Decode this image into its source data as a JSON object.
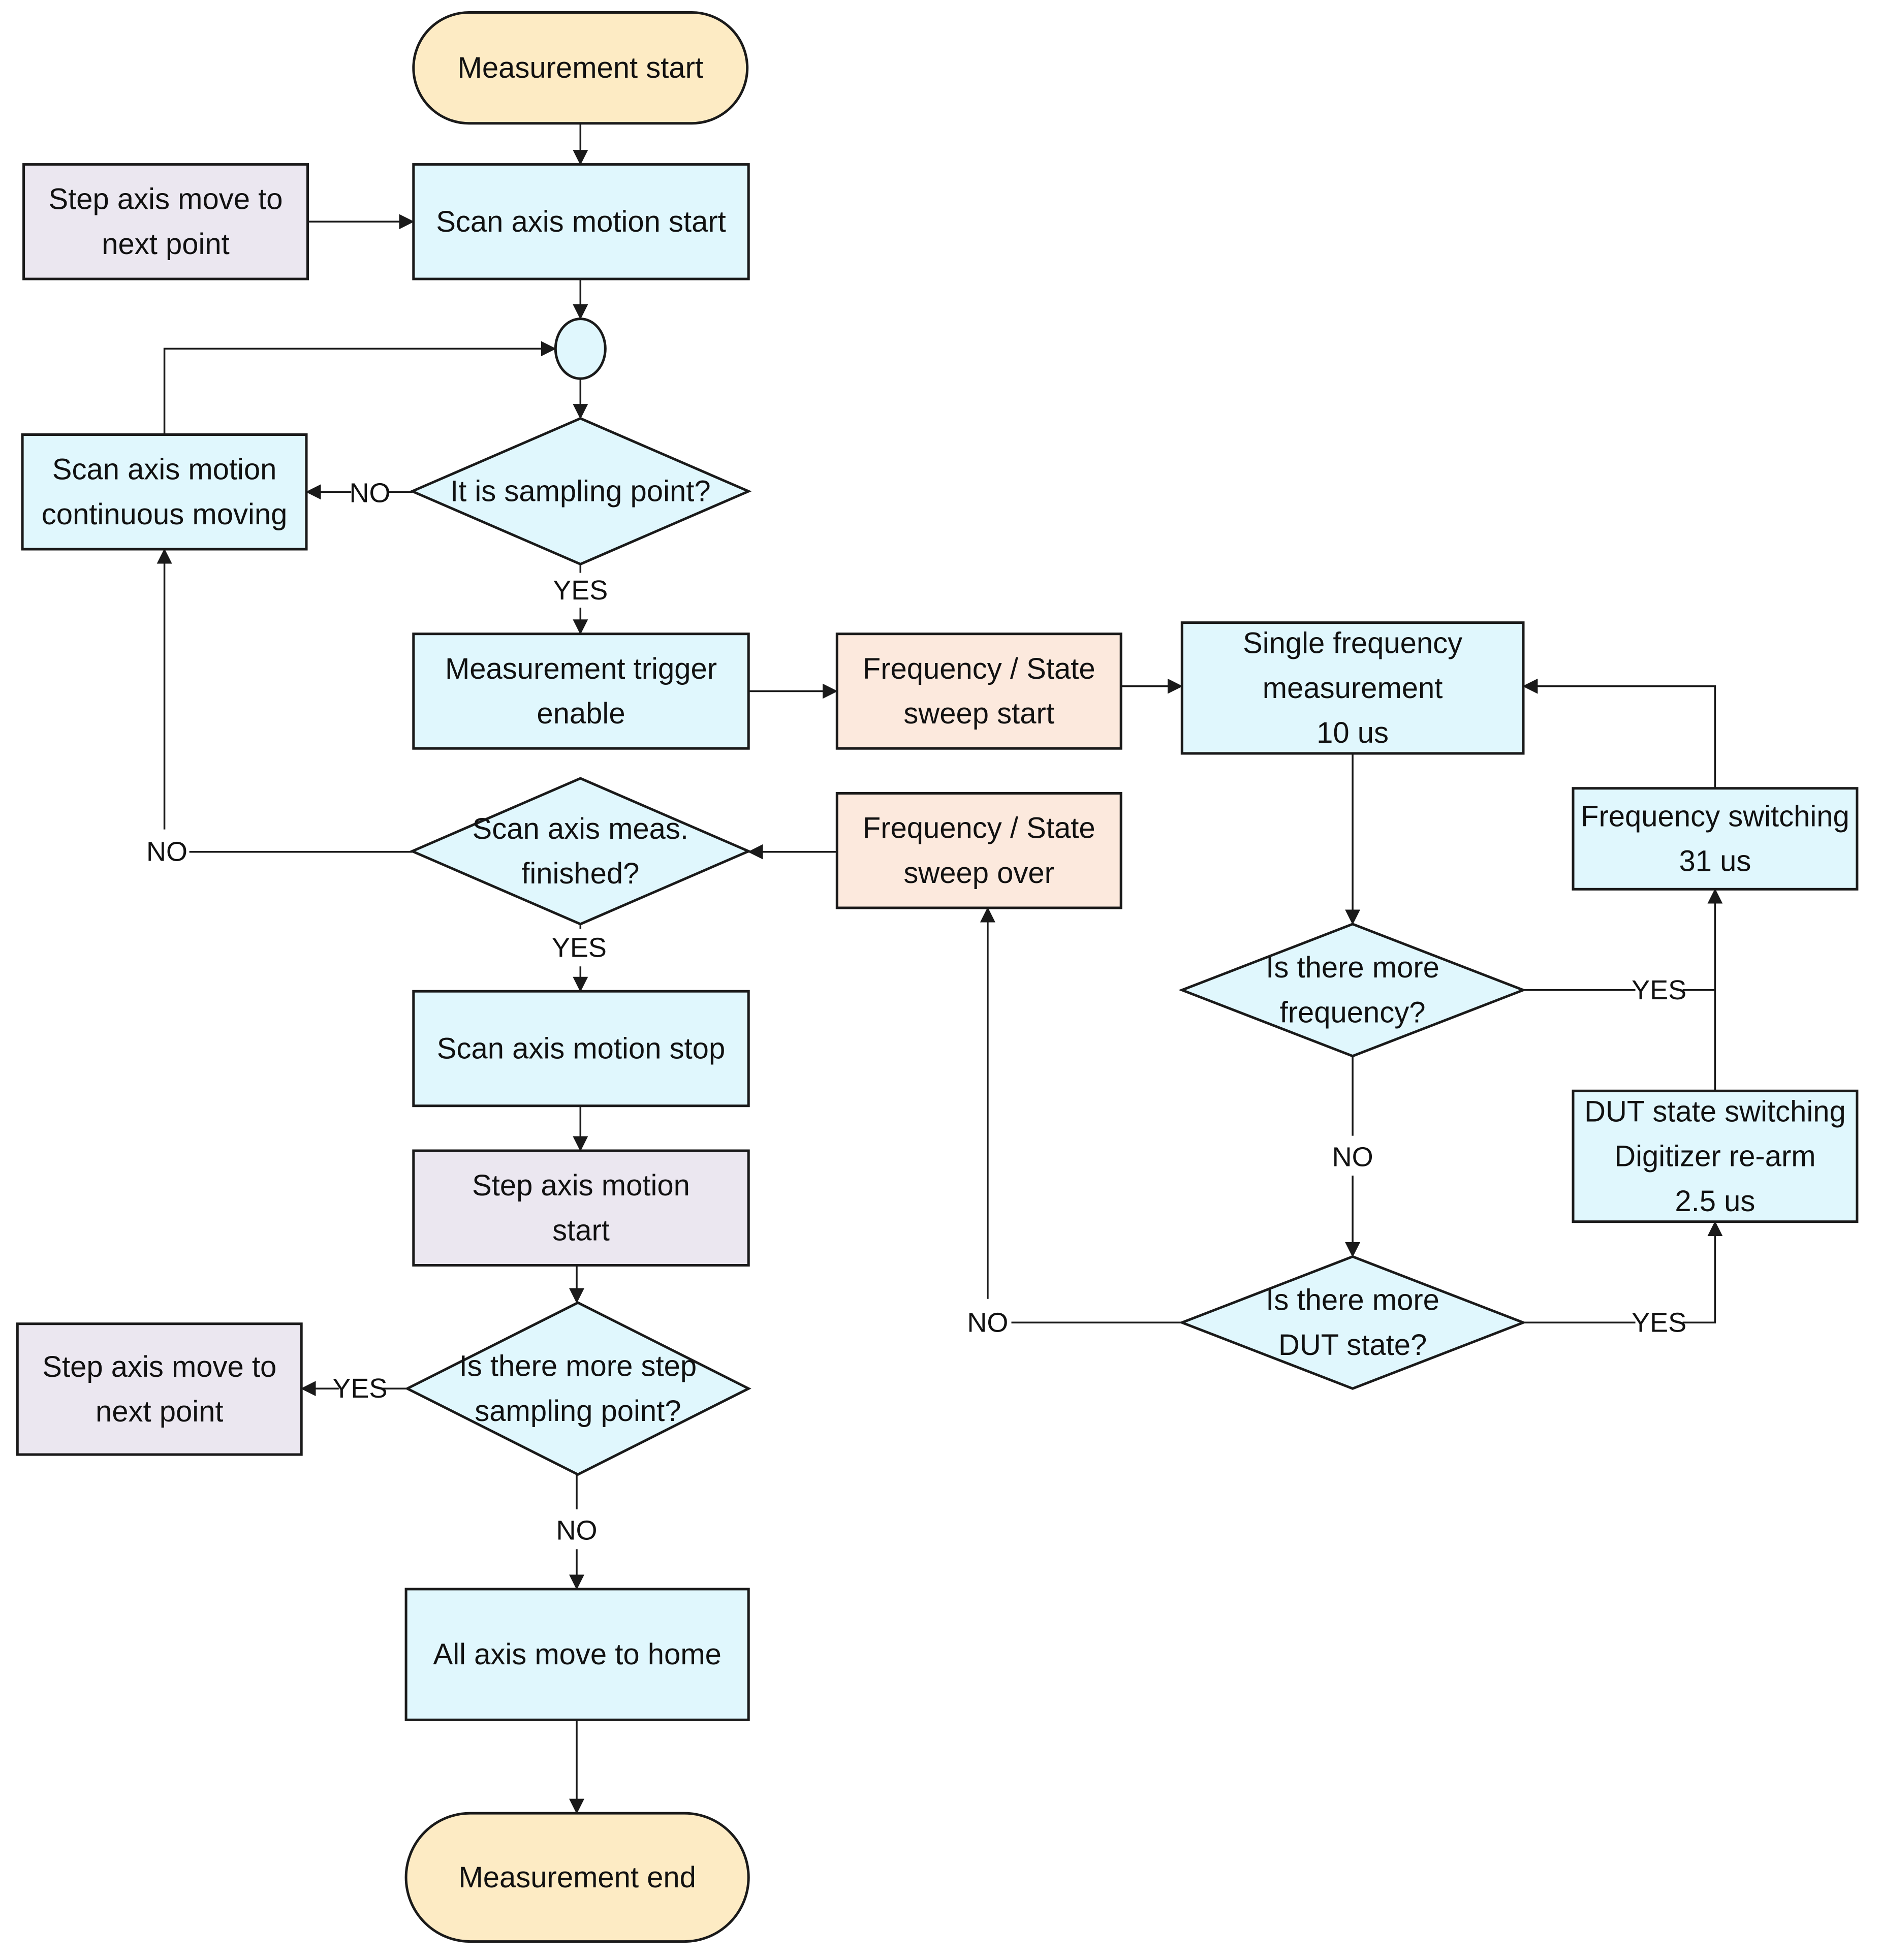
{
  "colors": {
    "terminal": "#fdebc4",
    "process": "#e0f7fd",
    "step_process": "#ebe7f0",
    "sweep": "#fce9dd",
    "decision": "#e0f7fd",
    "connector": "#e0f7fd",
    "line": "#1a1a1a"
  },
  "nodes": {
    "measurement_start": "Measurement start",
    "step_axis_move_top": [
      "Step axis move to",
      "next point"
    ],
    "scan_axis_motion_start": "Scan axis motion start",
    "scan_axis_continuous": [
      "Scan axis motion",
      "continuous moving"
    ],
    "is_sampling_point": "It is sampling point?",
    "measurement_trigger": [
      "Measurement trigger",
      "enable"
    ],
    "sweep_start": [
      "Frequency / State",
      "sweep start"
    ],
    "single_freq_meas": [
      "Single frequency",
      "measurement",
      "10 us"
    ],
    "frequency_switching": [
      "Frequency switching",
      "31 us"
    ],
    "scan_meas_finished": [
      "Scan axis meas.",
      "finished?"
    ],
    "sweep_over": [
      "Frequency / State",
      "sweep over"
    ],
    "more_frequency": [
      "Is there more",
      "frequency?"
    ],
    "dut_switching": [
      "DUT state switching",
      "Digitizer re-arm",
      "2.5 us"
    ],
    "scan_axis_stop": "Scan axis motion stop",
    "step_axis_start": [
      "Step axis motion",
      "start"
    ],
    "more_dut_state": [
      "Is there more",
      "DUT state?"
    ],
    "more_step_point": [
      "Is there more step",
      "sampling point?"
    ],
    "step_axis_move_bottom": [
      "Step axis move to",
      "next point"
    ],
    "all_axis_home": "All axis move to home",
    "measurement_end": "Measurement end"
  },
  "edges": {
    "no_sampling": "NO",
    "yes_sampling": "YES",
    "no_finished": "NO",
    "yes_finished": "YES",
    "yes_more_freq": "YES",
    "no_more_freq": "NO",
    "yes_more_dut": "YES",
    "no_more_dut": "NO",
    "yes_more_step": "YES",
    "no_more_step": "NO"
  }
}
